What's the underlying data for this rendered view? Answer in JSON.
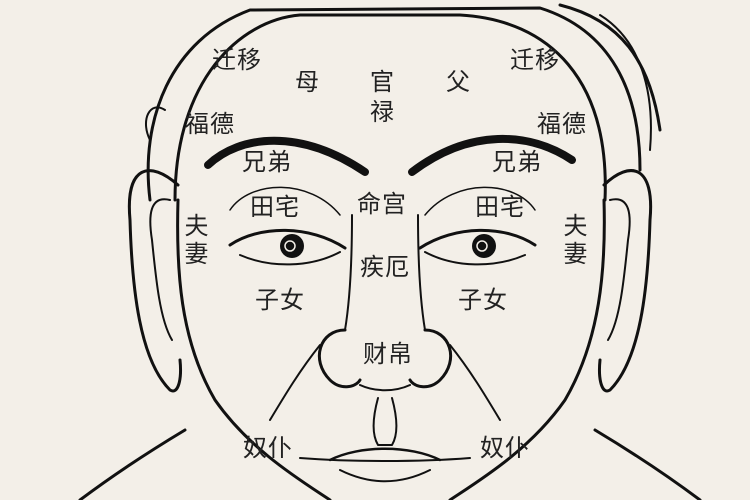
{
  "labels": {
    "qianyi_left": "迁移",
    "qianyi_right": "迁移",
    "mu": "母",
    "fu": "父",
    "guan": "官",
    "lu": "禄",
    "fude_left": "福德",
    "fude_right": "福德",
    "xiongdi_left": "兄弟",
    "xiongdi_right": "兄弟",
    "tianzhai_left": "田宅",
    "tianzhai_right": "田宅",
    "minggong": "命宫",
    "fuqi_left": "夫妻",
    "fuqi_right": "夫妻",
    "jie": "疾厄",
    "zinv_left": "子女",
    "zinv_right": "子女",
    "caibo": "财帛",
    "nupu_left": "奴仆",
    "nupu_right": "奴仆"
  }
}
